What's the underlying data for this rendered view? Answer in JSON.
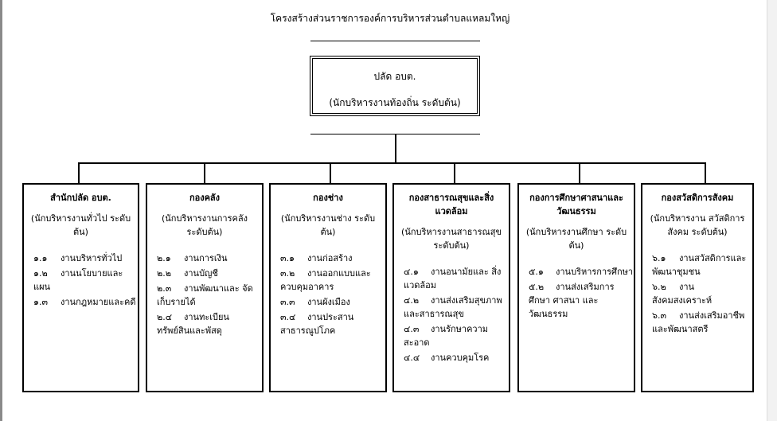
{
  "page_title": "โครงสร้างส่วนราชการองค์การบริหารส่วนตำบลแหลมใหญ่",
  "top": {
    "title": "ปลัด อบต.",
    "subtitle": "(นักบริหารงานท้องถิ่น ระดับต้น)"
  },
  "departments": [
    {
      "title": "สำนักปลัด อบต.",
      "subtitle": "(นักบริหารงานทั่วไป ระดับต้น)",
      "items": [
        {
          "num": "๑.๑",
          "text": "งานบริหารทั่วไป"
        },
        {
          "num": "๑.๒",
          "text": "งานนโยบายและแผน"
        },
        {
          "num": "๑.๓",
          "text": "งานกฎหมายและคดี"
        }
      ]
    },
    {
      "title": "กองคลัง",
      "subtitle": "(นักบริหารงานการคลัง ระดับต้น)",
      "items": [
        {
          "num": "๒.๑",
          "text": "งานการเงิน"
        },
        {
          "num": "๒.๒",
          "text": "งานบัญชี"
        },
        {
          "num": "๒.๓",
          "text": "งานพัฒนาและ จัดเก็บรายได้"
        },
        {
          "num": "๒.๔",
          "text": "งานทะเบียน ทรัพย์สินและพัสดุ"
        }
      ]
    },
    {
      "title": "กองช่าง",
      "subtitle": "(นักบริหารงานช่าง ระดับต้น)",
      "items": [
        {
          "num": "๓.๑",
          "text": "งานก่อสร้าง"
        },
        {
          "num": "๓.๒",
          "text": "งานออกแบบและ ควบคุมอาคาร"
        },
        {
          "num": "๓.๓",
          "text": "งานผังเมือง"
        },
        {
          "num": "๓.๔",
          "text": "งานประสาน สาธารณูปโภค"
        }
      ]
    },
    {
      "title": "กองสาธารณสุขและสิ่งแวดล้อม",
      "subtitle": "(นักบริหารงานสาธารณสุข ระดับต้น)",
      "items": [
        {
          "num": "๔.๑",
          "text": "งานอนามัยและ สิ่งแวดล้อม"
        },
        {
          "num": "๔.๒",
          "text": "งานส่งเสริมสุขภาพ และสาธารณสุข"
        },
        {
          "num": "๔.๓",
          "text": "งานรักษาความสะอาด"
        },
        {
          "num": "๔.๔",
          "text": "งานควบคุมโรค"
        }
      ]
    },
    {
      "title": "กองการศึกษาศาสนาและวัฒนธรรม",
      "subtitle": "(นักบริหารงานศึกษา ระดับต้น)",
      "items": [
        {
          "num": "๕.๑",
          "text": "งานบริหารการศึกษา"
        },
        {
          "num": "๕.๒",
          "text": "งานส่งเสริมการศึกษา ศาสนา และ วัฒนธรรม"
        }
      ]
    },
    {
      "title": "กองสวัสดิการสังคม",
      "subtitle": "(นักบริหารงาน สวัสดิการสังคม ระดับต้น)",
      "items": [
        {
          "num": "๖.๑",
          "text": "งานสวัสดิการและ พัฒนาชุมชน"
        },
        {
          "num": "๖.๒",
          "text": "งานสังคมสงเคราะห์"
        },
        {
          "num": "๖.๓",
          "text": "งานส่งเสริมอาชีพ และพัฒนาสตรี"
        }
      ]
    }
  ]
}
